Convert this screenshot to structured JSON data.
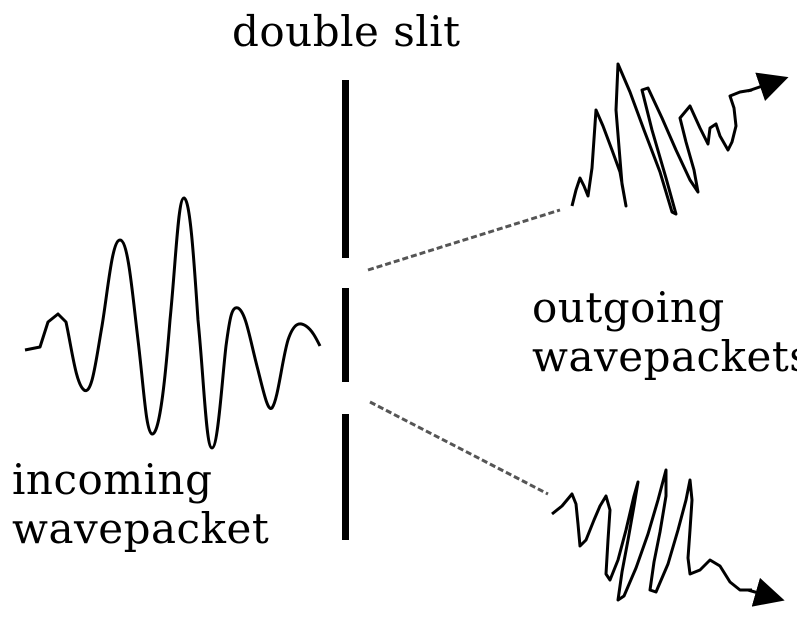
{
  "title": "double slit",
  "incoming": {
    "line1": "incoming",
    "line2": "wavepacket"
  },
  "outgoing": {
    "line1": "outgoing",
    "line2": "wavepackets"
  },
  "colors": {
    "ink": "#000000",
    "dashed_path": "#555555",
    "background": "#ffffff"
  }
}
